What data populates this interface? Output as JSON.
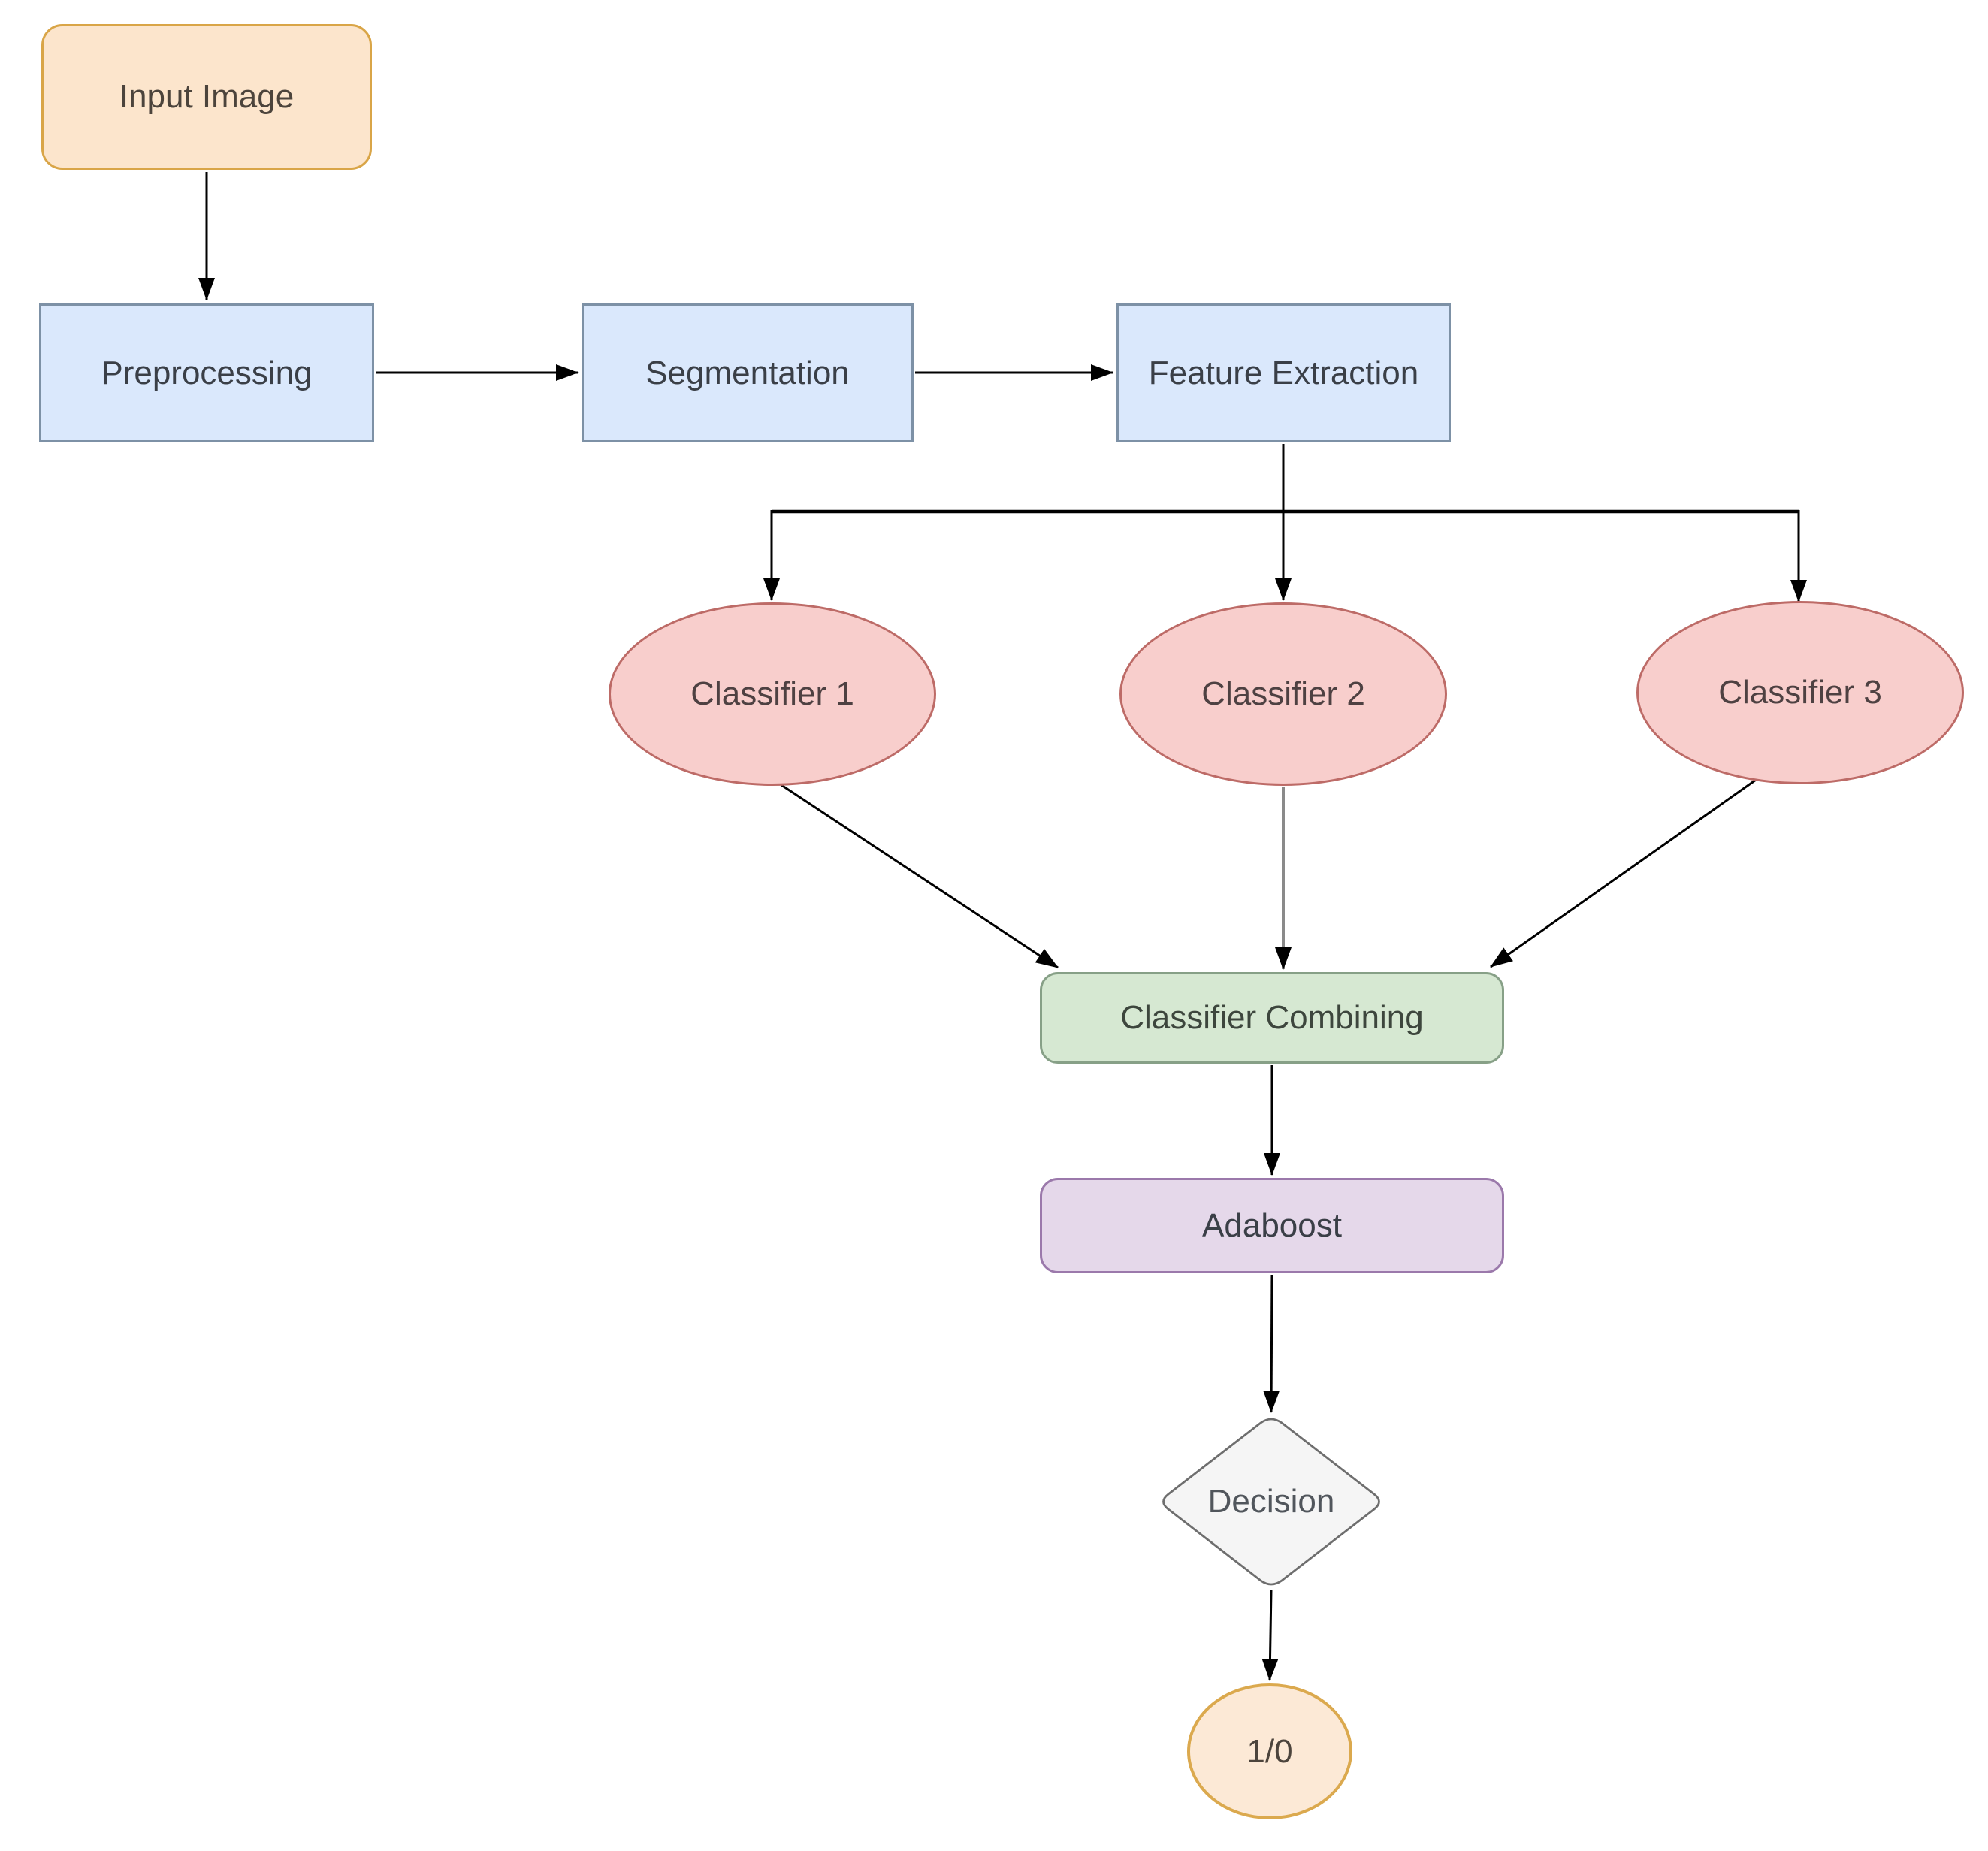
{
  "diagram": {
    "background": "#ffffff",
    "arrow_color": "#000000",
    "nodes": [
      {
        "id": "input-image",
        "label": "Input Image",
        "shape": "rounded-rectangle",
        "fill": "#FCE5CC",
        "border": "#D9A547"
      },
      {
        "id": "preprocessing",
        "label": "Preprocessing",
        "shape": "rectangle",
        "fill": "#DAE8FC",
        "border": "#7D91A6"
      },
      {
        "id": "segmentation",
        "label": "Segmentation",
        "shape": "rectangle",
        "fill": "#DAE8FC",
        "border": "#7D91A6"
      },
      {
        "id": "feature-extraction",
        "label": "Feature Extraction",
        "shape": "rectangle",
        "fill": "#DAE8FC",
        "border": "#7D91A6"
      },
      {
        "id": "classifier-1",
        "label": "Classifier 1",
        "shape": "ellipse",
        "fill": "#F8CECC",
        "border": "#BD6B67"
      },
      {
        "id": "classifier-2",
        "label": "Classifier 2",
        "shape": "ellipse",
        "fill": "#F8CECC",
        "border": "#BD6B67"
      },
      {
        "id": "classifier-3",
        "label": "Classifier 3",
        "shape": "ellipse",
        "fill": "#F8CECC",
        "border": "#BD6B67"
      },
      {
        "id": "classifier-combining",
        "label": "Classifier Combining",
        "shape": "rounded-rectangle",
        "fill": "#D6E8D2",
        "border": "#87A087"
      },
      {
        "id": "adaboost",
        "label": "Adaboost",
        "shape": "rounded-rectangle",
        "fill": "#E5D8EA",
        "border": "#9B79AB"
      },
      {
        "id": "decision",
        "label": "Decision",
        "shape": "diamond",
        "fill": "#F5F5F5",
        "border": "#6E6E6E"
      },
      {
        "id": "output",
        "label": "1/0",
        "shape": "circle",
        "fill": "#FCE9D6",
        "border": "#DBA94E"
      }
    ],
    "edges": [
      {
        "from": "input-image",
        "to": "preprocessing",
        "color": "#000000"
      },
      {
        "from": "preprocessing",
        "to": "segmentation",
        "color": "#000000"
      },
      {
        "from": "segmentation",
        "to": "feature-extraction",
        "color": "#000000"
      },
      {
        "from": "feature-extraction",
        "to": "classifier-1",
        "color": "#000000"
      },
      {
        "from": "feature-extraction",
        "to": "classifier-2",
        "color": "#000000"
      },
      {
        "from": "feature-extraction",
        "to": "classifier-3",
        "color": "#000000"
      },
      {
        "from": "classifier-1",
        "to": "classifier-combining",
        "color": "#000000"
      },
      {
        "from": "classifier-2",
        "to": "classifier-combining",
        "color": "#8A8A8A"
      },
      {
        "from": "classifier-3",
        "to": "classifier-combining",
        "color": "#000000"
      },
      {
        "from": "classifier-combining",
        "to": "adaboost",
        "color": "#000000"
      },
      {
        "from": "adaboost",
        "to": "decision",
        "color": "#000000"
      },
      {
        "from": "decision",
        "to": "output",
        "color": "#000000"
      }
    ]
  }
}
